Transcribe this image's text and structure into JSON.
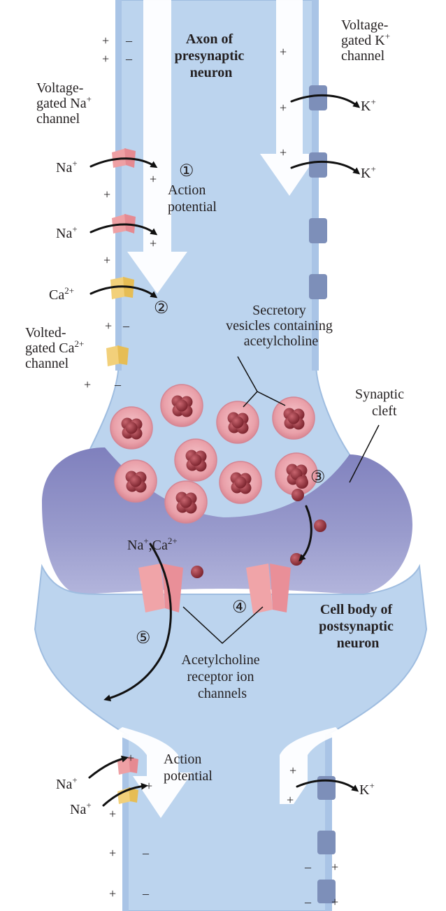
{
  "labels": {
    "axon": [
      "Axon of",
      "presynaptic",
      "neuron"
    ],
    "kchannel": [
      "Voltage-",
      "gated K",
      "channel"
    ],
    "kchannel_sup": "+",
    "nachannel": [
      "Voltage-",
      "gated Na",
      "channel"
    ],
    "nachannel_sup": "+",
    "cachannel": [
      "Volted-",
      "gated Ca",
      "channel"
    ],
    "cachannel_sup": "2+",
    "action_potential_1": [
      "Action",
      "potential"
    ],
    "action_potential_2": [
      "Action",
      "potential"
    ],
    "vesicles": [
      "Secretory",
      "vesicles containing",
      "acetylcholine"
    ],
    "cleft": [
      "Synaptic",
      "cleft"
    ],
    "cellbody": [
      "Cell body of",
      "postsynaptic",
      "neuron"
    ],
    "receptor": [
      "Acetylcholine",
      "receptor ion",
      "channels"
    ]
  },
  "steps": [
    "①",
    "②",
    "③",
    "④",
    "⑤"
  ],
  "ions": {
    "na": "Na",
    "na_sup": "+",
    "k": "K",
    "k_sup": "+",
    "ca": "Ca",
    "ca_sup": "2+",
    "na_ca_a": "Na",
    "na_ca_b": ",Ca",
    "na_ca_sup": "2+"
  },
  "charges": {
    "plus": "+",
    "minus": "–"
  },
  "colors": {
    "neuron": "#bcd4ee",
    "neuron_edge": "#9fbde0",
    "arrow_fill": "#ffffff",
    "cleft": "#8d8fc6",
    "vesicle": "#e8a7b0",
    "vesicle_core": "#9d3f48",
    "receptor": "#f0a4a8",
    "na_channel": "#eea0a4",
    "ca_channel": "#f2d07a",
    "k_channel": "#7d8fb9",
    "text": "#231f20"
  }
}
